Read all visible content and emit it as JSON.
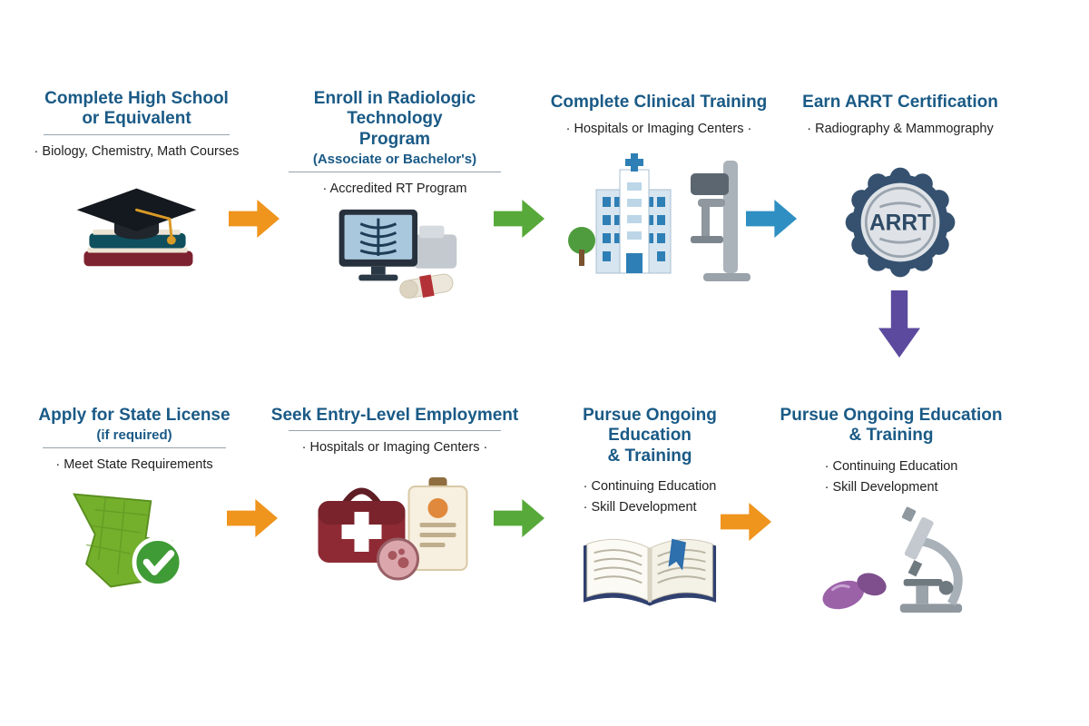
{
  "diagram": {
    "steps": [
      {
        "id": "complete-high-school",
        "title1": "Complete High School",
        "title2": "or Equivalent",
        "bullet1": "· Biology, Chemistry, Math Courses",
        "icon": "graduation-cap-books"
      },
      {
        "id": "enroll-rt-program",
        "title1": "Enroll in Radiologic Technology",
        "title2": "Program",
        "subtitle": "(Associate or Bachelor's)",
        "bullet1": "· Accredited RT Program",
        "icon": "xray-monitor-diploma"
      },
      {
        "id": "clinical-training",
        "title1": "Complete Clinical Training",
        "bullet1": "· Hospitals or Imaging Centers ·",
        "icon": "hospital-imaging-machine"
      },
      {
        "id": "arrt-certification",
        "title1": "Earn ARRT Certification",
        "bullet1": "· Radiography & Mammography",
        "badge_text": "ARRT",
        "icon": "arrt-certification-badge"
      },
      {
        "id": "state-license",
        "title1": "Apply for State License",
        "subtitle": "(if required)",
        "bullet1": "· Meet State Requirements",
        "icon": "state-map-checkmark"
      },
      {
        "id": "entry-level-employment",
        "title1": "Seek Entry-Level Employment",
        "bullet1": "· Hospitals or Imaging Centers ·",
        "icon": "medical-bag-id-card"
      },
      {
        "id": "ongoing-education-1",
        "title1": "Pursue Ongoing Education",
        "title2": "& Training",
        "bullet1": "· Continuing Education",
        "bullet2": "· Skill Development",
        "icon": "open-book"
      },
      {
        "id": "ongoing-education-2",
        "title1": "Pursue Ongoing Education",
        "title2": "& Training",
        "bullet1": "· Continuing Education",
        "bullet2": "· Skill Development",
        "icon": "microscope-specimens"
      }
    ],
    "arrows": [
      {
        "from": "complete-high-school",
        "to": "enroll-rt-program",
        "direction": "right",
        "color": "#ef941d"
      },
      {
        "from": "enroll-rt-program",
        "to": "clinical-training",
        "direction": "right",
        "color": "#57a939"
      },
      {
        "from": "clinical-training",
        "to": "arrt-certification",
        "direction": "right",
        "color": "#2f8fc2"
      },
      {
        "from": "arrt-certification",
        "to": "ongoing-education-2",
        "direction": "down",
        "color": "#5b4a9e"
      },
      {
        "from": "state-license",
        "to": "entry-level-employment",
        "direction": "right",
        "color": "#ef941d"
      },
      {
        "from": "entry-level-employment",
        "to": "ongoing-education-1",
        "direction": "right",
        "color": "#57a939"
      },
      {
        "from": "ongoing-education-1",
        "to": "ongoing-education-2",
        "direction": "right",
        "color": "#ef941d"
      }
    ],
    "colors": {
      "title_text": "#1a5a86",
      "body_text": "#1f1f1f",
      "orange": "#ef941d",
      "green": "#57a939",
      "blue": "#2f8fc2",
      "purple": "#5b4a9e"
    }
  }
}
